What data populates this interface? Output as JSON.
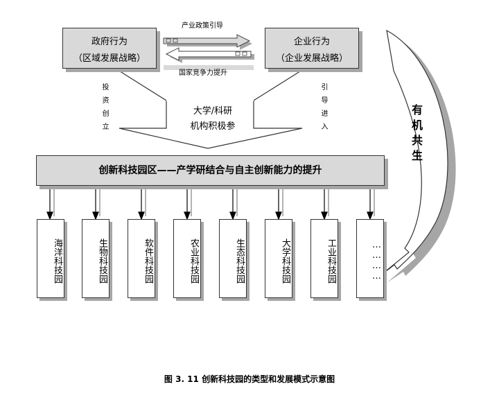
{
  "top_left_box": {
    "title": "政府行为",
    "subtitle": "（区域发展战略）"
  },
  "top_right_box": {
    "title": "企业行为",
    "subtitle": "（企业发展战略）"
  },
  "arrow_labels": {
    "right": "产业政策引导",
    "left": "国家竞争力提升",
    "invest": "投资创立",
    "guide": "引导进入"
  },
  "university": {
    "line1": "大学/科研",
    "line2": "机构积极参"
  },
  "symbiosis": "有机共生",
  "main_box": "创新科技园区——产学研结合与自主创新能力的提升",
  "parks": [
    "海洋科技园",
    "生物科技园",
    "软件科技园",
    "农业科技园",
    "生态科技园",
    "大学科技园",
    "工业科技园",
    "…………"
  ],
  "caption": "图 3.  11    创新科技园的类型和发展模式示意图"
}
